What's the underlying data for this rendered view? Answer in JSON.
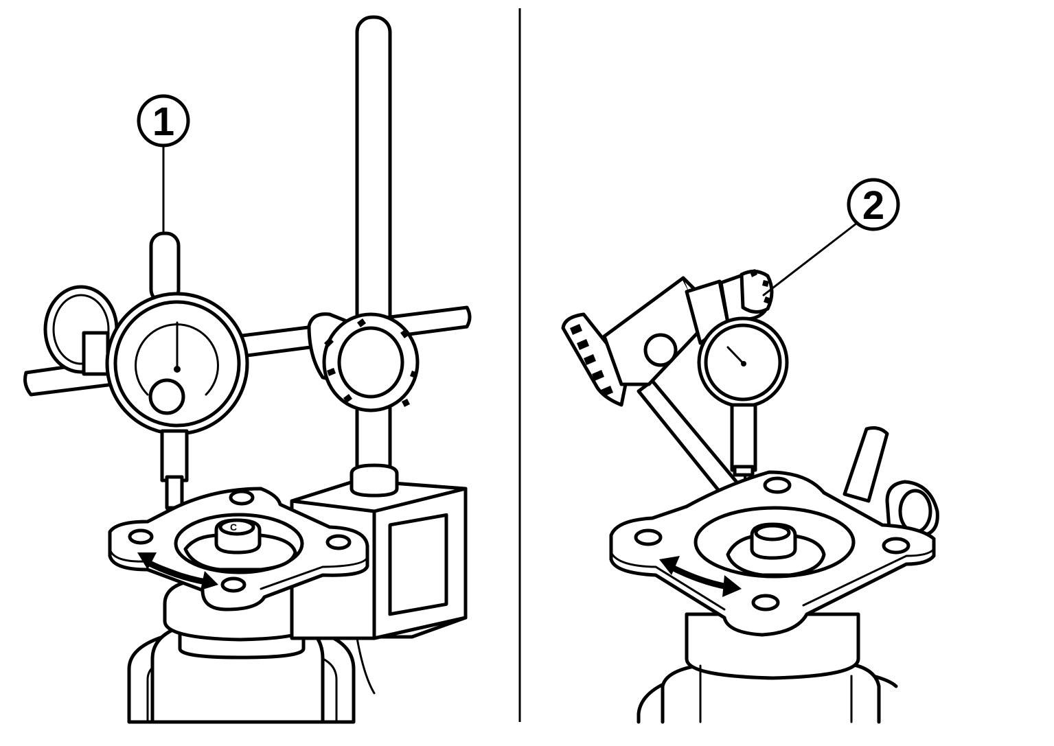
{
  "figure": {
    "panels": [
      {
        "id": "left",
        "callout": {
          "number": "1"
        }
      },
      {
        "id": "right",
        "callout": {
          "number": "2"
        }
      }
    ],
    "stroke_color": "#000000",
    "background_color": "#ffffff"
  }
}
